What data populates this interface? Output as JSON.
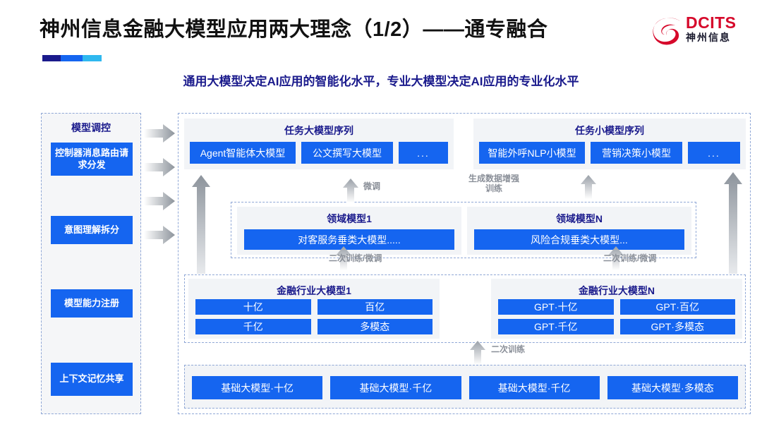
{
  "header": {
    "title": "神州信息金融大模型应用两大理念（1/2）——通专融合",
    "subtitle": "通用大模型决定AI应用的智能化水平，专业大模型决定AI应用的专业化水平",
    "logo_en": "DCITS",
    "logo_cn": "神州信息",
    "accent_colors": [
      "#1a1a8c",
      "#1565f0",
      "#2fb8ef"
    ]
  },
  "colors": {
    "chip_blue": "#1565f0",
    "title_navy": "#1a1a8c",
    "panel_gray": "#f2f4f7",
    "dashed_border": "#8fa7d6",
    "arrow_gray": "#9aa0a8",
    "logo_red": "#d6092b"
  },
  "control_panel": {
    "title": "模型调控",
    "items": [
      {
        "label": "控制器消息路由请求分发"
      },
      {
        "label": "意图理解拆分"
      },
      {
        "label": "模型能力注册"
      },
      {
        "label": "上下文记忆共享"
      }
    ]
  },
  "task_sequences": [
    {
      "title": "任务大模型序列",
      "chips": [
        "Agent智能体大模型",
        "公文撰写大模型",
        "..."
      ]
    },
    {
      "title": "任务小模型序列",
      "chips": [
        "智能外呼NLP小模型",
        "营销决策小模型",
        "..."
      ]
    }
  ],
  "domain_models": [
    {
      "title": "领域模型1",
      "chip": "对客服务垂类大模型....."
    },
    {
      "title": "领域模型N",
      "chip": "风险合规垂类大模型..."
    }
  ],
  "industry_models": [
    {
      "title": "金融行业大模型1",
      "chips": [
        "十亿",
        "百亿",
        "千亿",
        "多模态"
      ]
    },
    {
      "title": "金融行业大模型N",
      "chips": [
        "GPT·十亿",
        "GPT·百亿",
        "GPT·千亿",
        "GPT·多模态"
      ]
    }
  ],
  "base_models": {
    "chips": [
      "基础大模型·十亿",
      "基础大模型·千亿",
      "基础大模型·千亿",
      "基础大模型·多模态"
    ]
  },
  "arrow_labels": {
    "fine_tune": "微调",
    "generated_data": "生成数据增强\n训练",
    "second_train_finetune_left": "二次训练/微调",
    "second_train_finetune_right": "二次训练/微调",
    "second_train": "二次训练"
  }
}
